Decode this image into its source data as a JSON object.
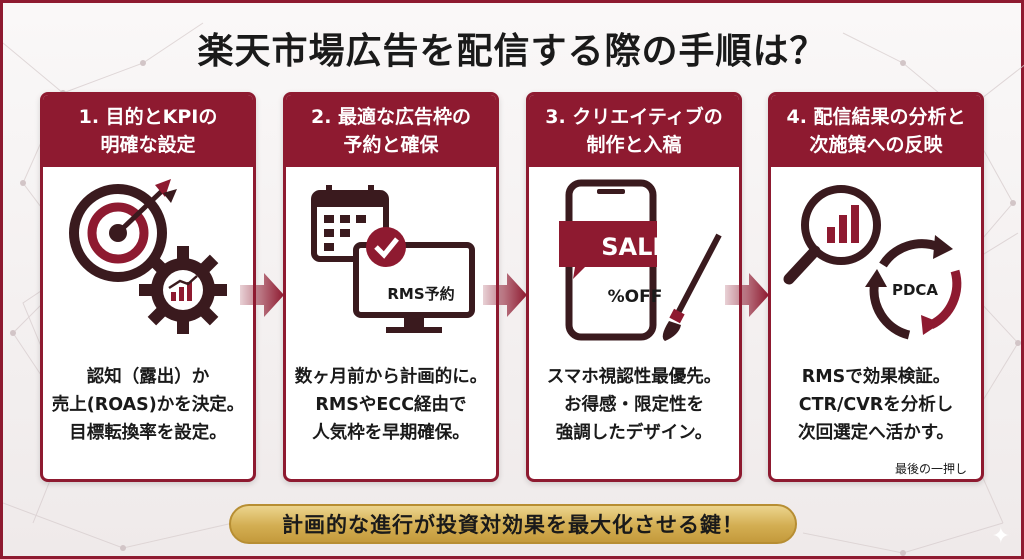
{
  "title": "楽天市場広告を配信する際の手順は？",
  "steps": [
    {
      "head_line1": "1. 目的とKPIの",
      "head_line2": "明確な設定",
      "body": [
        "認知（露出）か",
        "売上(ROAS)かを決定。",
        "目標転換率を設定。"
      ],
      "icons": [
        "target-icon",
        "gear-chart-icon"
      ]
    },
    {
      "head_line1": "2. 最適な広告枠の",
      "head_line2": "予約と確保",
      "body": [
        "数ヶ月前から計画的に。",
        "RMSやECC経由で",
        "人気枠を早期確保。"
      ],
      "icons": [
        "calendar-check-icon",
        "monitor-icon"
      ],
      "monitor_label": "RMS予約"
    },
    {
      "head_line1": "3. クリエイティブの",
      "head_line2": "制作と入稿",
      "body": [
        "スマホ視認性最優先。",
        "お得感・限定性を",
        "強調したデザイン。"
      ],
      "icons": [
        "smartphone-icon",
        "paintbrush-icon"
      ],
      "sale_label": "SALE",
      "off_label": "%OFF"
    },
    {
      "head_line1": "4. 配信結果の分析と",
      "head_line2": "次施策への反映",
      "body": [
        "RMSで効果検証。",
        "CTR/CVRを分析し",
        "次回選定へ活かす。"
      ],
      "icons": [
        "magnifier-chart-icon",
        "cycle-arrows-icon"
      ],
      "cycle_label": "PDCA",
      "footnote": "最後の一押し"
    }
  ],
  "banner": "計画的な進行が投資対効果を最大化させる鍵！",
  "colors": {
    "accent": "#8e1a30",
    "gold": "#d3ae52",
    "text": "#1a1a1a"
  }
}
